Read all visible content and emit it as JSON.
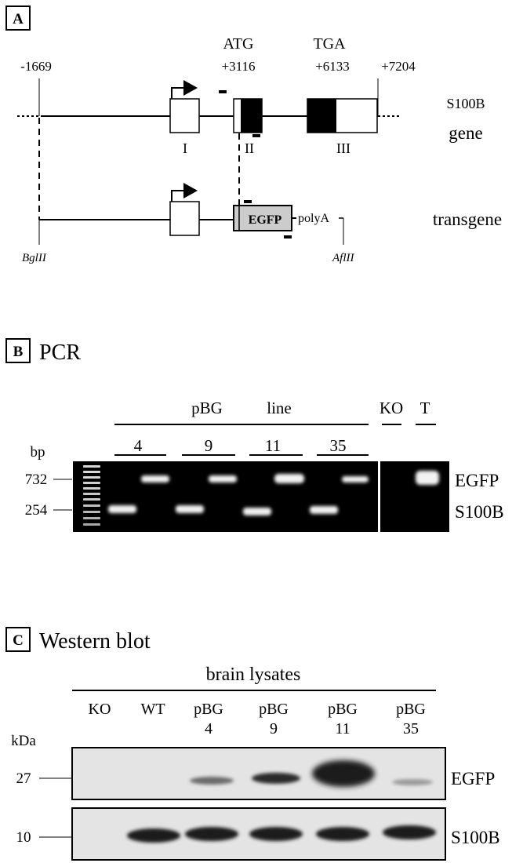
{
  "panel_a": {
    "letter": "A",
    "positions": {
      "left": "-1669",
      "atg_label": "ATG",
      "atg_pos": "+3116",
      "tga_label": "TGA",
      "tga_pos": "+6133",
      "right": "+7204"
    },
    "gene_label_1": "S100B",
    "gene_label_2": "gene",
    "exons": [
      "I",
      "II",
      "III"
    ],
    "transgene_label": "transgene",
    "egfp_box": "EGFP",
    "polya": "polyA",
    "site_left": "BglII",
    "site_right": "AflII"
  },
  "panel_b": {
    "letter": "B",
    "title": "PCR",
    "group_label_1": "pBG",
    "group_label_2": "line",
    "lanes": [
      "4",
      "9",
      "11",
      "35"
    ],
    "ko": "KO",
    "t": "T",
    "bp": "bp",
    "size_732": "732",
    "size_254": "254",
    "band_top": "EGFP",
    "band_bottom": "S100B"
  },
  "panel_c": {
    "letter": "C",
    "title": "Western blot",
    "header": "brain lysates",
    "cols": [
      {
        "l1": "KO",
        "l2": ""
      },
      {
        "l1": "WT",
        "l2": ""
      },
      {
        "l1": "pBG",
        "l2": "4"
      },
      {
        "l1": "pBG",
        "l2": "9"
      },
      {
        "l1": "pBG",
        "l2": "11"
      },
      {
        "l1": "pBG",
        "l2": "35"
      }
    ],
    "kda": "kDa",
    "m27": "27",
    "m10": "10",
    "blot1": "EGFP",
    "blot2": "S100B"
  },
  "colors": {
    "exon_fill": "#000000",
    "egfp_fill": "#cccccc",
    "gel_bg": "#000000",
    "band": "#f2f2f2",
    "blot_bg": "#e4e4e4",
    "blot_band": "#1a1a1a"
  }
}
